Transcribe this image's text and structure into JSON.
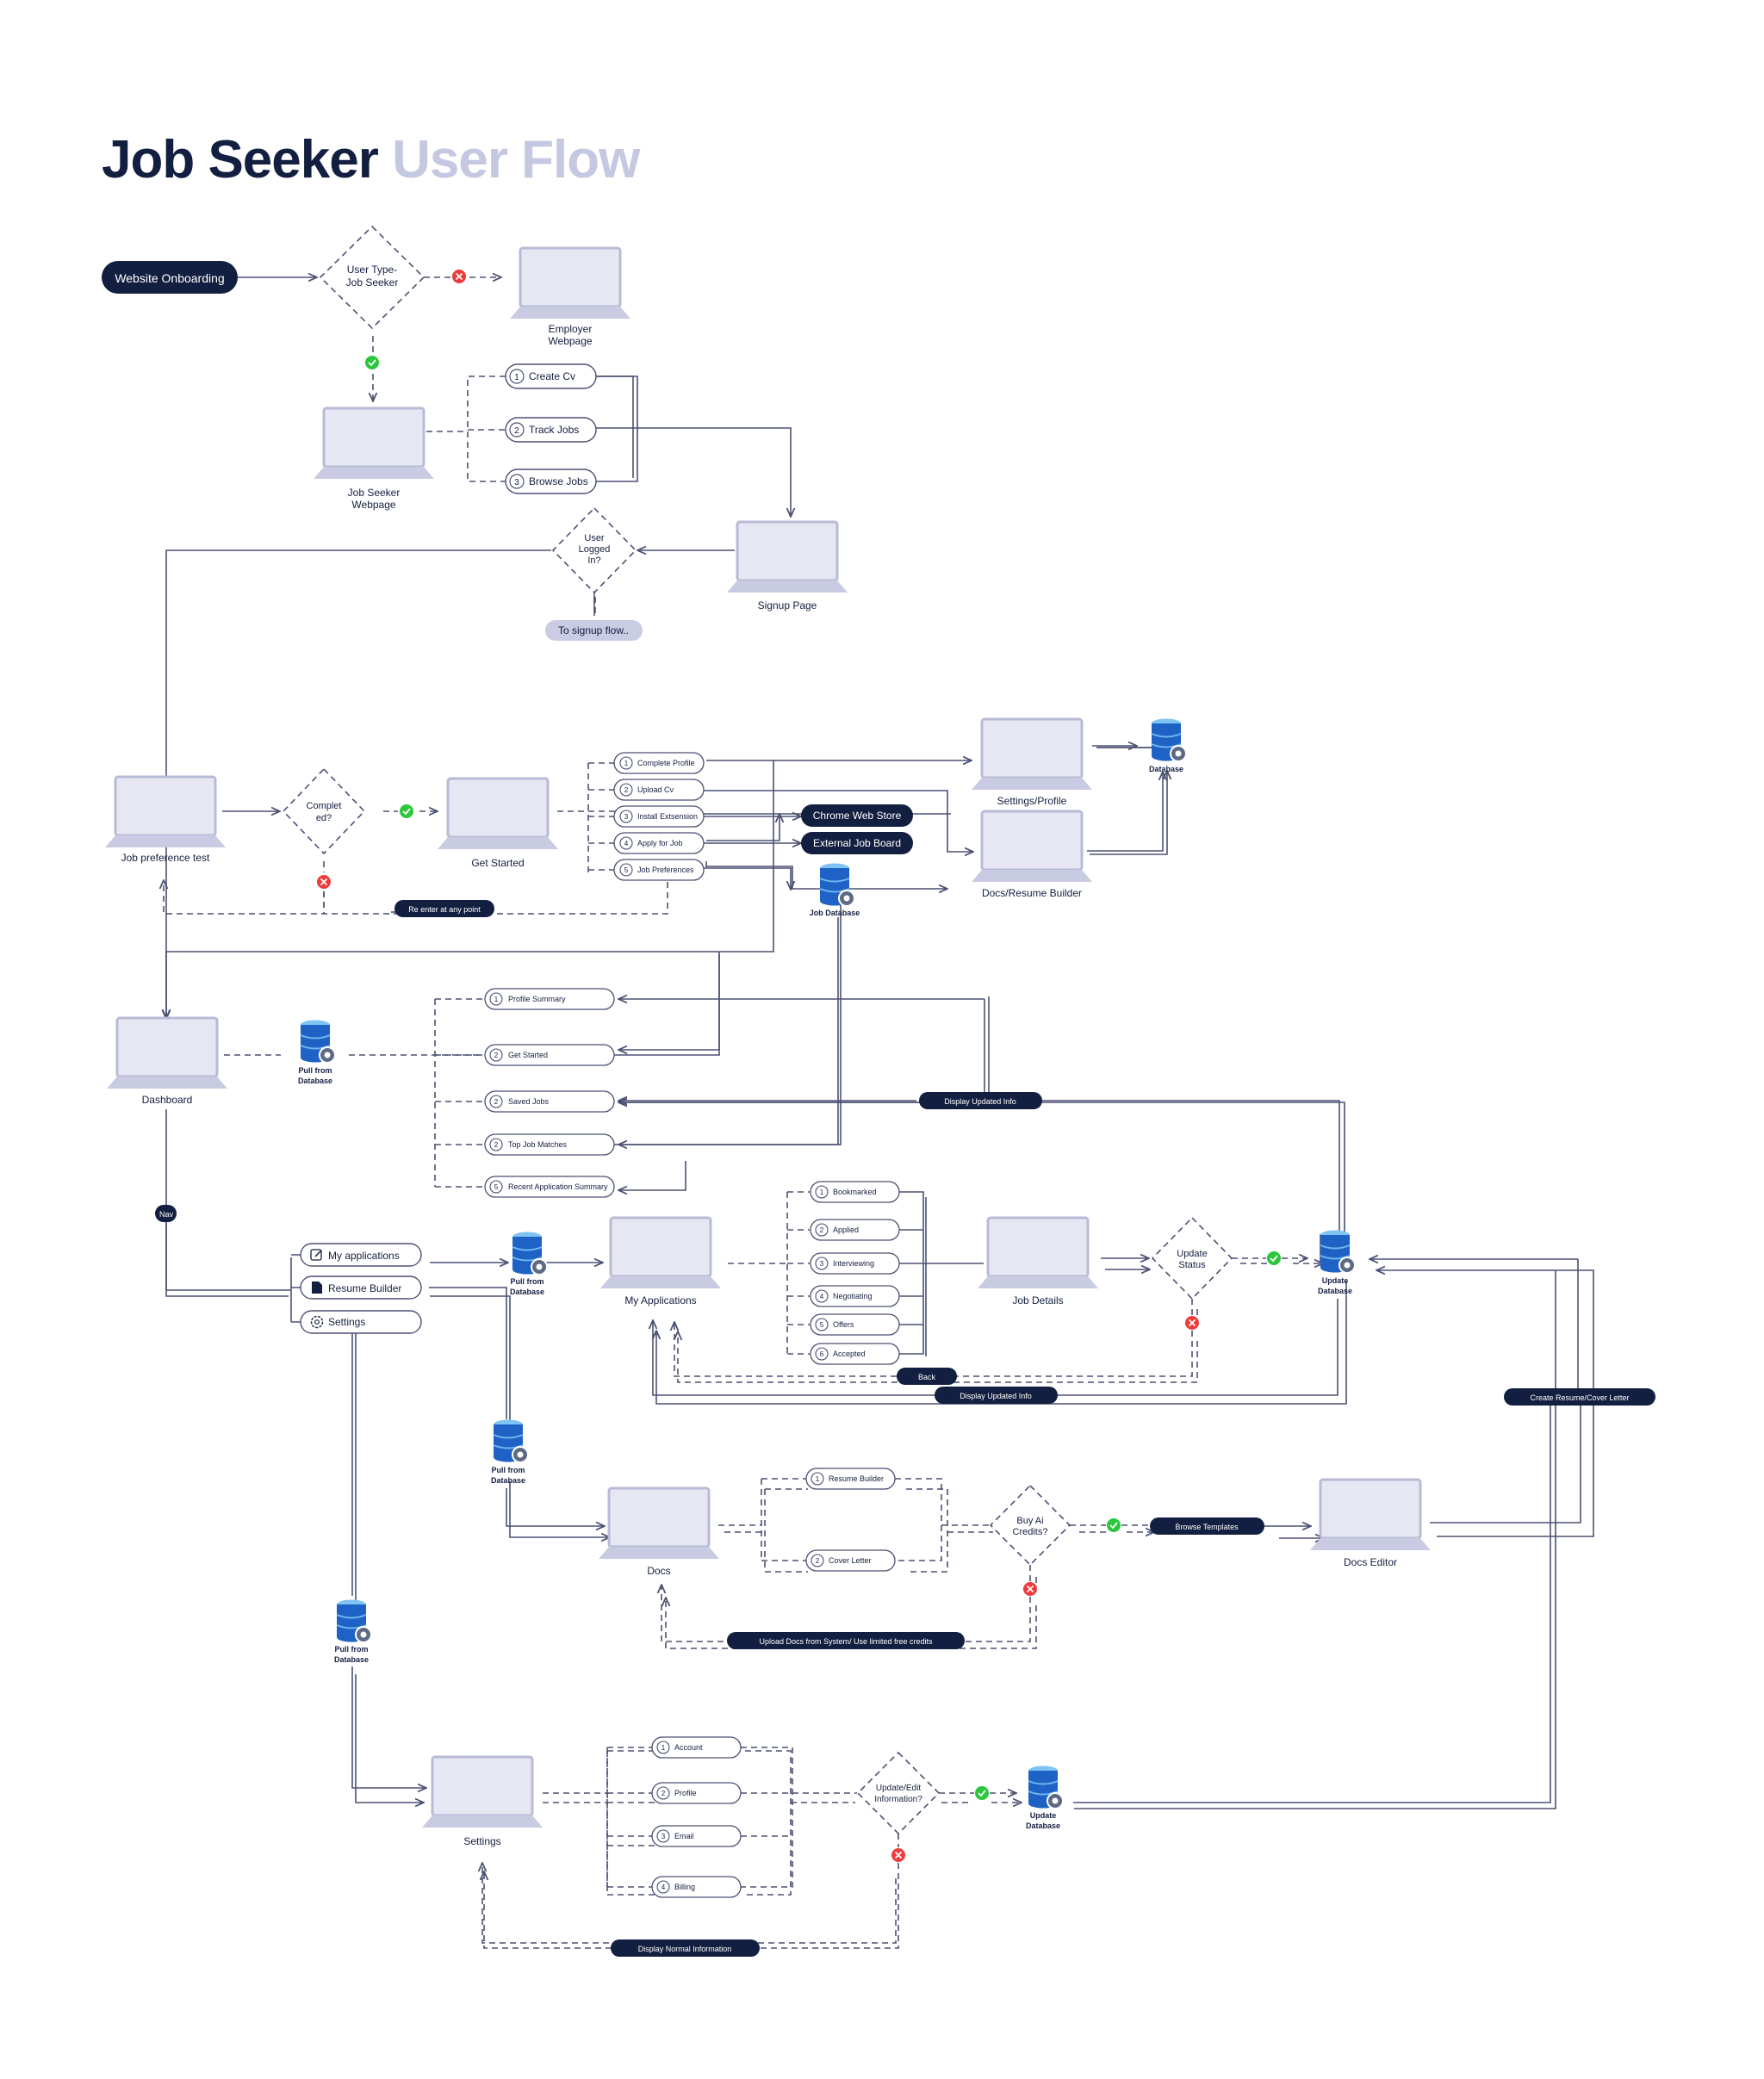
{
  "title": {
    "main": "Job Seeker",
    "accent": "User Flow"
  },
  "colors": {
    "navy": "#131f40",
    "line": "#4b5173",
    "laptop_screen": "#e6e7f3",
    "laptop_stroke": "#b8bbd6",
    "laptop_base": "#c8cbe2",
    "pill_light": "#c9cce3",
    "success": "#2bc63b",
    "error": "#ee3b3b",
    "db_top": "#7fc4f2",
    "db_body": "#1f62c6",
    "gear": "#5c6a86"
  },
  "nodes": {
    "website_onboarding": "Website Onboarding",
    "user_type": [
      "User Type-",
      "Job Seeker"
    ],
    "employer_webpage": [
      "Employer",
      "Webpage"
    ],
    "job_seeker_webpage": [
      "Job Seeker",
      "Webpage"
    ],
    "home_options": [
      {
        "num": "1",
        "label": "Create Cv"
      },
      {
        "num": "2",
        "label": "Track Jobs"
      },
      {
        "num": "3",
        "label": "Browse Jobs"
      }
    ],
    "user_logged_in": [
      "User",
      "Logged",
      "In?"
    ],
    "signup_page": "Signup Page",
    "to_signup_flow": "To signup flow..",
    "job_preference_test": "Job preference test",
    "completed": [
      "Complet",
      "ed?"
    ],
    "get_started": "Get Started",
    "get_started_options": [
      {
        "num": "1",
        "label": "Complete Profile"
      },
      {
        "num": "2",
        "label": "Upload Cv"
      },
      {
        "num": "3",
        "label": "Install Extsension"
      },
      {
        "num": "4",
        "label": "Apply for Job"
      },
      {
        "num": "5",
        "label": "Job Preferences"
      }
    ],
    "chrome_web_store": "Chrome Web Store",
    "external_job_board": "External Job Board",
    "settings_profile": "Settings/Profile",
    "docs_resume_builder": "Docs/Resume Builder",
    "database": "Database",
    "job_database": "Job Database",
    "re_enter": "Re enter at any point",
    "dashboard": "Dashboard",
    "pull_from_database": [
      "Pull from",
      "Database"
    ],
    "dashboard_options": [
      {
        "num": "1",
        "label": "Profile Summary"
      },
      {
        "num": "2",
        "label": "Get Started"
      },
      {
        "num": "2",
        "label": "Saved Jobs"
      },
      {
        "num": "2",
        "label": "Top Job Matches"
      },
      {
        "num": "5",
        "label": "Recent Application Summary"
      }
    ],
    "display_updated_info": "Display Updated Info",
    "nav": "Nav",
    "nav_items": [
      {
        "icon": "edit-icon",
        "label": "My applications"
      },
      {
        "icon": "document-icon",
        "label": "Resume Builder"
      },
      {
        "icon": "gear-icon",
        "label": "Settings"
      }
    ],
    "my_applications": "My Applications",
    "application_statuses": [
      {
        "num": "1",
        "label": "Bookmarked"
      },
      {
        "num": "2",
        "label": "Applied"
      },
      {
        "num": "3",
        "label": "Interviewing"
      },
      {
        "num": "4",
        "label": "Negotiating"
      },
      {
        "num": "5",
        "label": "Offers"
      },
      {
        "num": "6",
        "label": "Accepted"
      }
    ],
    "job_details": "Job Details",
    "update_status": [
      "Update",
      "Status"
    ],
    "update_database": [
      "Update",
      "Database"
    ],
    "back": "Back",
    "create_resume_cover": "Create Resume/Cover Letter",
    "docs": "Docs",
    "docs_options": [
      {
        "num": "1",
        "label": "Resume Builder"
      },
      {
        "num": "2",
        "label": "Cover Letter"
      }
    ],
    "buy_ai_credits": [
      "Buy Ai",
      "Credits?"
    ],
    "browse_templates": "Browse Templates",
    "docs_editor": "Docs Editor",
    "upload_docs": "Upload Docs from System/ Use limited free credits",
    "settings": "Settings",
    "settings_options": [
      {
        "num": "1",
        "label": "Account"
      },
      {
        "num": "2",
        "label": "Profile"
      },
      {
        "num": "3",
        "label": "Email"
      },
      {
        "num": "4",
        "label": "Billing"
      }
    ],
    "update_edit_info": [
      "Update/Edit",
      "Information?"
    ],
    "display_normal_info": "Display Normal Information"
  }
}
